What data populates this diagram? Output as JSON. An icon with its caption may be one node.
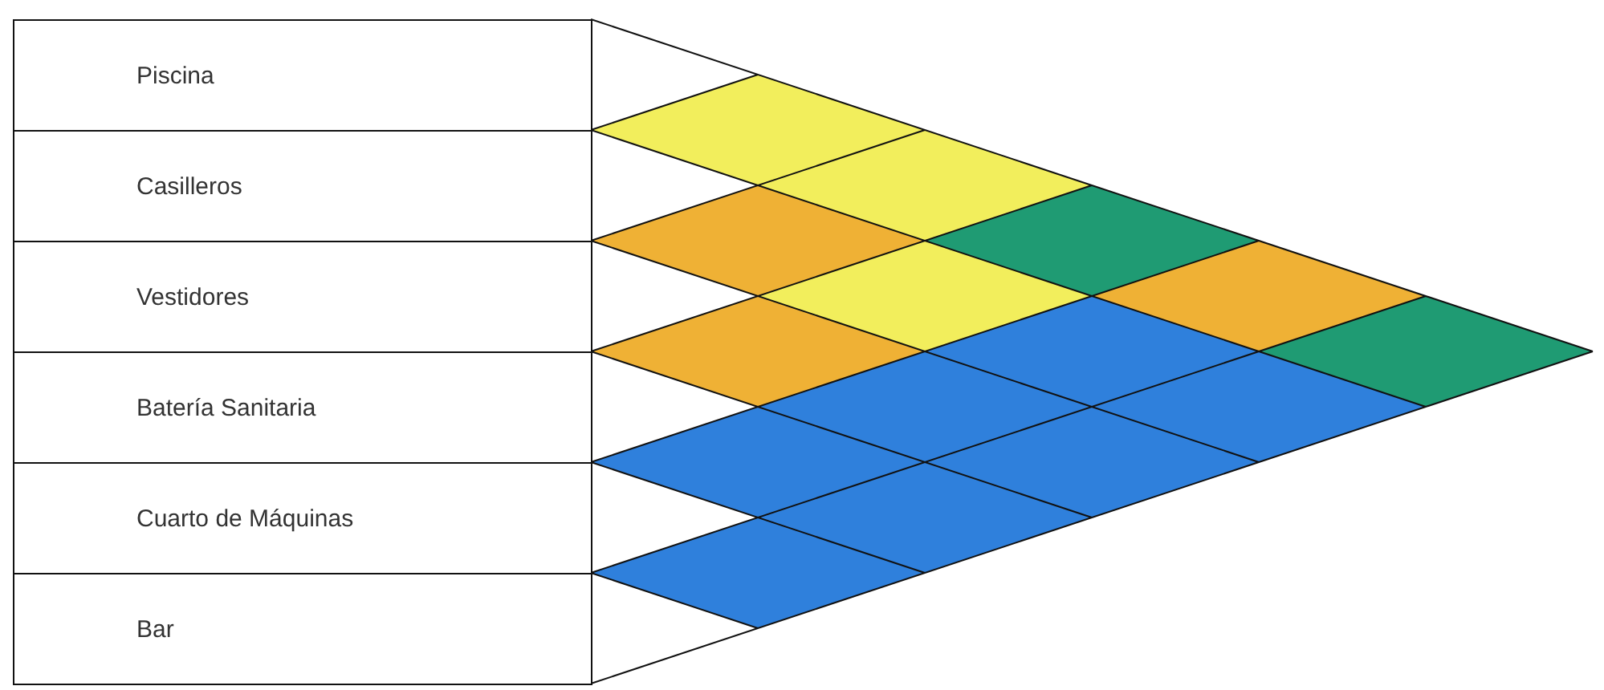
{
  "diagram": {
    "nodes": [
      {
        "text": [
          "Piscina"
        ]
      },
      {
        "text": [
          "Casilleros"
        ]
      },
      {
        "text": [
          "Vestidores"
        ]
      },
      {
        "text": [
          "Batería Sanitaria"
        ]
      },
      {
        "text": [
          "Cuarto de Máquinas"
        ]
      },
      {
        "text": [
          "Bar"
        ]
      }
    ]
  }
}
